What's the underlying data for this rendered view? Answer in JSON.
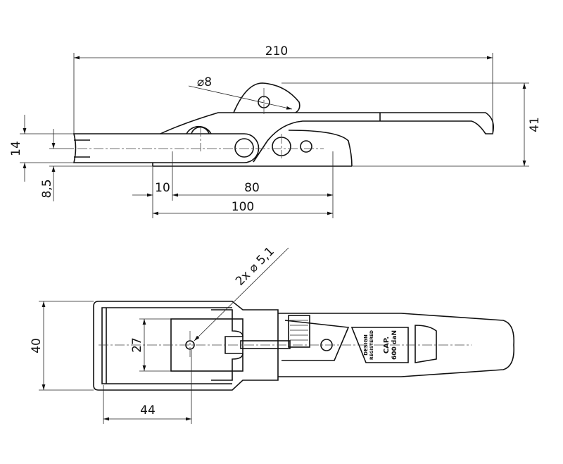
{
  "side_view": {
    "dims": {
      "overall_length": "210",
      "pin_diameter": "⌀8",
      "height": "41",
      "rail_height": "14",
      "axis_offset": "8,5",
      "base_offset": "10",
      "hole_spacing": "80",
      "base_length": "100"
    }
  },
  "top_view": {
    "dims": {
      "width": "40",
      "inner_width": "27",
      "hole_offset": "44",
      "hole_spec": "2x ⌀ 5,1"
    },
    "markings": {
      "design_line1": "DESIGN",
      "design_line2": "REGISTERED",
      "cap_line1": "CAP.",
      "cap_line2": "600 daN"
    }
  }
}
